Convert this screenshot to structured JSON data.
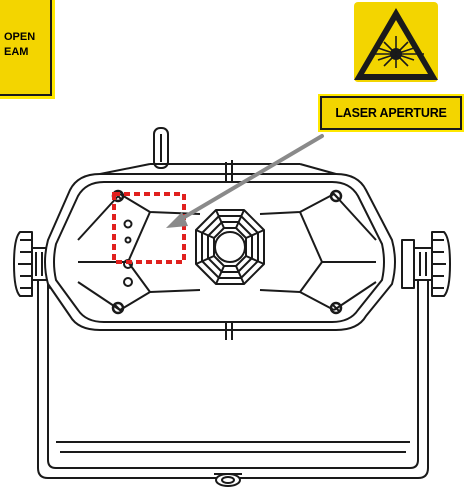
{
  "labels": {
    "open_beam_line1": "OPEN",
    "open_beam_line2": "EAM",
    "laser_aperture": "LASER APERTURE"
  },
  "icons": {
    "warning": "laser-hazard-triangle-icon"
  },
  "colors": {
    "label_yellow": "#f3d500",
    "highlight_red": "#e0201e",
    "arrow_gray": "#8a8a8a",
    "line_black": "#1a1a1a"
  }
}
